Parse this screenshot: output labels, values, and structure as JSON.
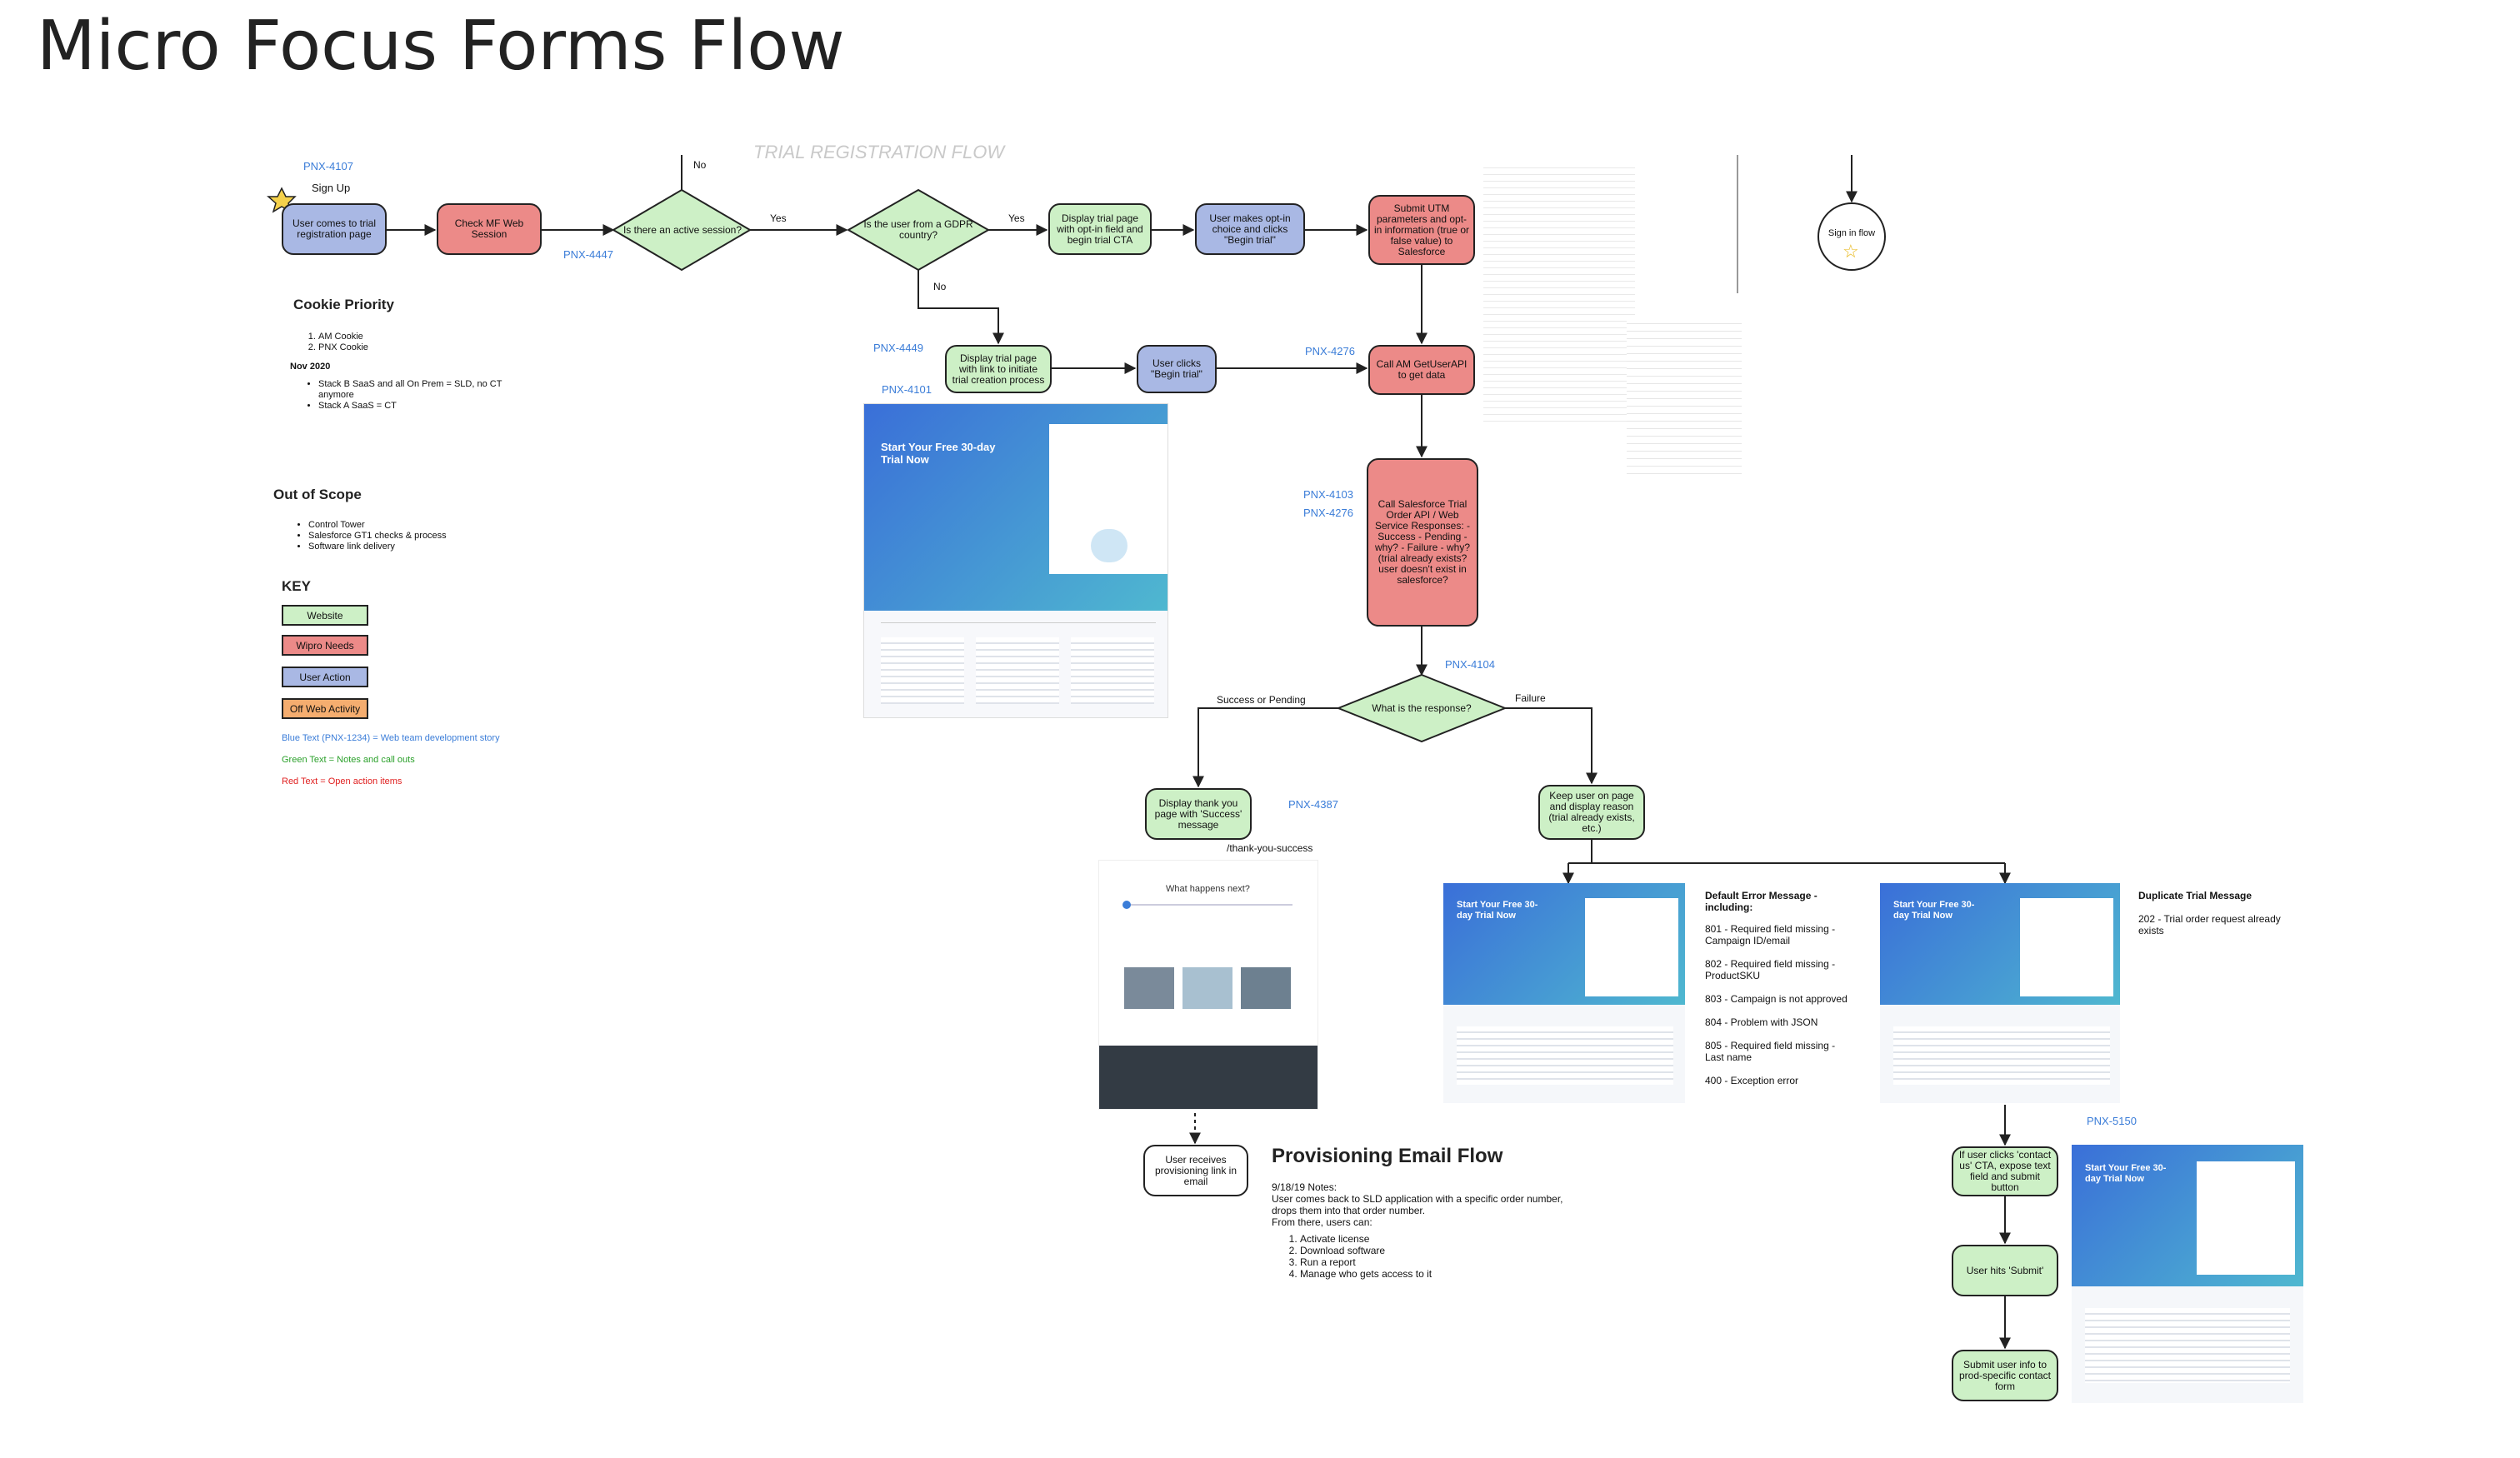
{
  "title": "Micro Focus Forms Flow",
  "faded_title": "TRIAL REGISTRATION FLOW",
  "tickets": {
    "p4107": "PNX-4107",
    "p4447": "PNX-4447",
    "p4449": "PNX-4449",
    "p4101": "PNX-4101",
    "p4276a": "PNX-4276",
    "p4103": "PNX-4103",
    "p4276b": "PNX-4276",
    "p4104": "PNX-4104",
    "p4387": "PNX-4387",
    "p5150": "PNX-5150"
  },
  "nodes": {
    "sign_up": "Sign Up",
    "user_comes": "User comes to trial registration page",
    "check_session": "Check MF Web Session",
    "active_session": "Is there an active session?",
    "gdpr": "Is the user from a GDPR country?",
    "display_optin": "Display trial page with opt-in field and begin trial CTA",
    "user_optin": "User makes opt-in choice and clicks \"Begin trial\"",
    "submit_utm": "Submit UTM parameters and opt-in information (true or false value) to Salesforce",
    "display_link": "Display trial page with link to initiate trial creation process",
    "user_clicks": "User clicks \"Begin trial\"",
    "call_am": "Call AM GetUserAPI to get data",
    "call_sf": "Call Salesforce Trial Order API / Web Service Responses: - Success - Pending - why? - Failure - why? (trial already exists? user doesn't exist in salesforce?",
    "response": "What is the response?",
    "display_thanks": "Display thank you page with 'Success' message",
    "keep_user": "Keep user on page and display reason (trial already exists, etc.)",
    "receives_link": "User receives provisioning link in email",
    "contact_us": "If user clicks 'contact us' CTA, expose text field and submit button",
    "hits_submit": "User hits 'Submit'",
    "submit_info": "Submit user info to prod-specific contact form",
    "sign_in_flow": "Sign in flow"
  },
  "edge_labels": {
    "no1": "No",
    "yes1": "Yes",
    "yes2": "Yes",
    "no2": "No",
    "success_pending": "Success or Pending",
    "failure": "Failure",
    "thank_url": "/thank-you-success"
  },
  "cookie": {
    "heading": "Cookie Priority",
    "items": [
      "AM Cookie",
      "PNX Cookie"
    ],
    "sub": "Nov 2020",
    "bullets": [
      "Stack B SaaS and all On Prem = SLD, no CT anymore",
      "Stack A SaaS = CT"
    ]
  },
  "scope": {
    "heading": "Out of Scope",
    "items": [
      "Control Tower",
      "Salesforce GT1 checks & process",
      "Software link delivery"
    ]
  },
  "key": {
    "heading": "KEY",
    "website": "Website",
    "wipro": "Wipro Needs",
    "user_action": "User Action",
    "off_web": "Off Web Activity",
    "blue_text": "Blue Text (PNX-1234) = Web team development story",
    "green_text": "Green Text = Notes and call outs",
    "red_text": "Red Text = Open action items",
    "colors": {
      "website": "#cdf0c6",
      "wipro": "#ec8a88",
      "user": "#a9b8e4",
      "off": "#f5ad6f",
      "blue": "#3b7dd8",
      "green": "#2aa02a",
      "red": "#e02020"
    }
  },
  "errors": {
    "heading": "Default Error Message - including:",
    "items": [
      "801 - Required field missing - Campaign ID/email",
      "802 - Required field missing - ProductSKU",
      "803 - Campaign is not approved",
      "804 - Problem with JSON",
      "805 - Required field missing - Last name",
      "400 - Exception error"
    ]
  },
  "duplicate": {
    "heading": "Duplicate Trial Message",
    "text": "202 - Trial order request already exists"
  },
  "provisioning": {
    "heading": "Provisioning Email Flow",
    "date": "9/18/19 Notes:",
    "text": "User comes back to SLD application with a specific order number, drops them into that order number.",
    "from": "From there, users can:",
    "items": [
      "Activate license",
      "Download software",
      "Run a report",
      "Manage who gets access to it"
    ]
  },
  "shots": {
    "trial_title": "Start Your Free 30-day Trial Now",
    "whats_next": "What happens next?"
  }
}
